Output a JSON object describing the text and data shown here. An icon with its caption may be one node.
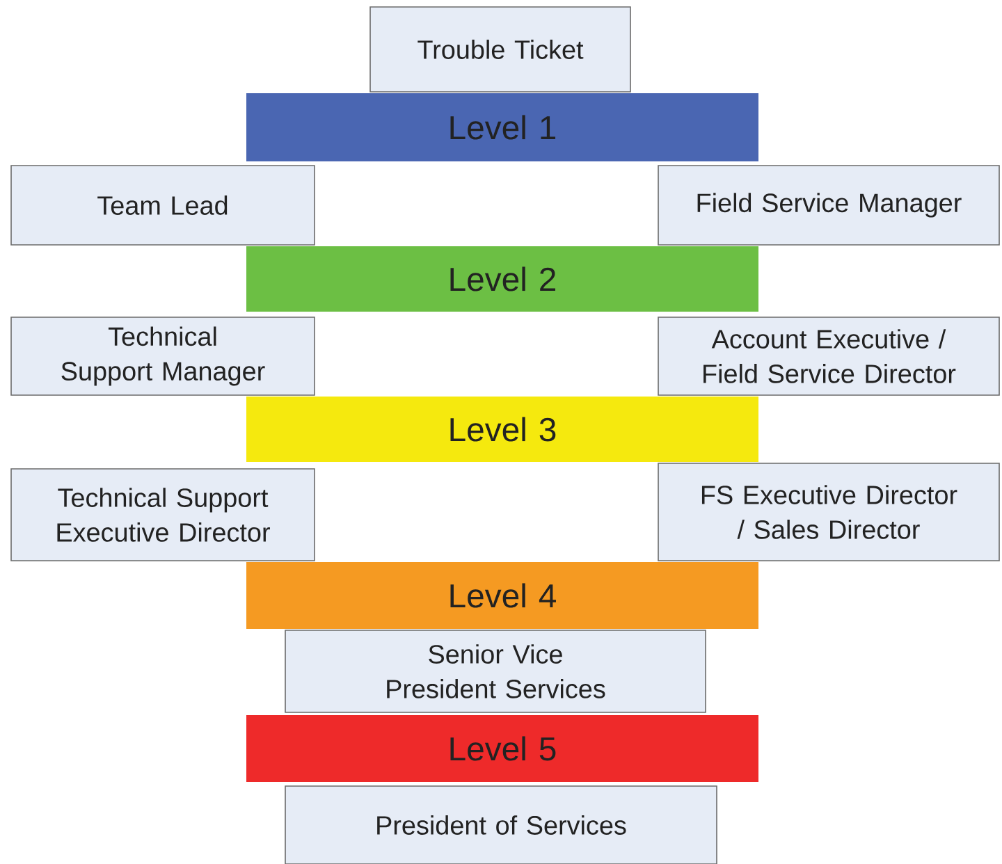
{
  "diagram": {
    "nodes": [
      {
        "text": [
          "Trouble Ticket"
        ]
      },
      {
        "text": [
          "Level 1"
        ]
      },
      {
        "text": [
          "Team Lead"
        ]
      },
      {
        "text": [
          "Field Service Manager"
        ]
      },
      {
        "text": [
          "Level 2"
        ]
      },
      {
        "text": [
          "Technical Support Manager"
        ]
      },
      {
        "text": [
          "Account Executive / Field Service Director"
        ]
      },
      {
        "text": [
          "Level 3"
        ]
      },
      {
        "text": [
          "Technical Support Executive Director"
        ]
      },
      {
        "text": [
          "FS Executive Director / Sales Director"
        ]
      },
      {
        "text": [
          "Level 4"
        ]
      },
      {
        "text": [
          "Senior Vice President Services"
        ]
      },
      {
        "text": [
          "Level 5"
        ]
      },
      {
        "text": [
          "President of Services"
        ]
      }
    ]
  }
}
